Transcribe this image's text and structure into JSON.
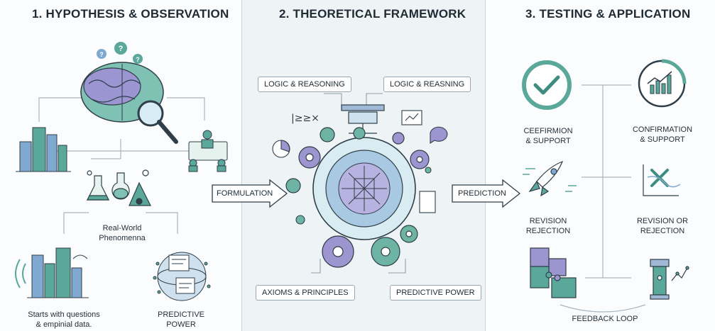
{
  "panels": [
    {
      "title": "1. HYPOTHESIS & OBSERVATION",
      "labels": {
        "phenomena": "Real-World\nPhenomenna",
        "starts": "Starts with questions\n& empinial data.",
        "predictive": "PREDICTIVE\nPOWER"
      }
    },
    {
      "title": "2. THEORETICAL FRAMEWORK",
      "boxes": {
        "logic_left": "LOGIC & REASONING",
        "logic_right": "LOGIC & REASNING",
        "axioms": "AXIOMS & PRINCIPLES",
        "predictive": "PREDICTIVE POWER"
      },
      "formula": "|≥≥×"
    },
    {
      "title": "3. TESTING & APPLICATION",
      "labels": {
        "confirm_left": "CEEFIRMION\n& SUPPORT",
        "confirm_right": "CONFIRMATION\n& SUPPORT",
        "revision_left": "REVISION\nREJECTION",
        "revision_right": "REVISION OR\nREJECTION",
        "feedback": "FEEDBACK LOOP"
      }
    }
  ],
  "arrows": {
    "formulation": "FORMULATION",
    "prediction": "PREDICTION"
  },
  "colors": {
    "teal": "#5aa89a",
    "purple": "#8c86c6",
    "blue": "#7fa9d1",
    "dark": "#2f3e48"
  }
}
